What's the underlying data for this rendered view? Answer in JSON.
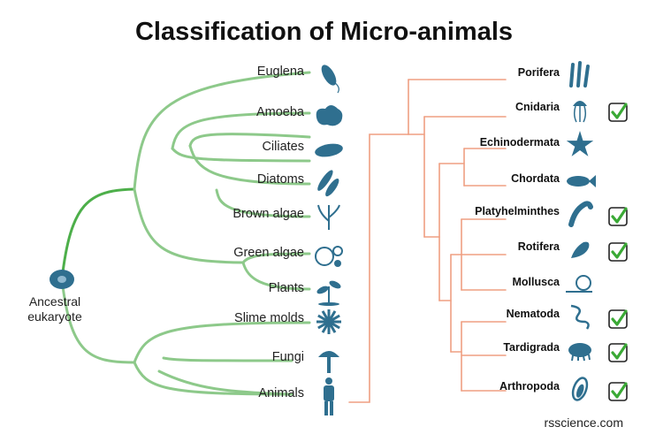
{
  "title": "Classification of Micro-animals",
  "root": {
    "line1": "Ancestral",
    "line2": "eukaryote"
  },
  "left_taxa": [
    {
      "label": "Euglena",
      "icon": "euglena-icon"
    },
    {
      "label": "Amoeba",
      "icon": "amoeba-icon"
    },
    {
      "label": "Ciliates",
      "icon": "ciliate-icon"
    },
    {
      "label": "Diatoms",
      "icon": "diatom-icon"
    },
    {
      "label": "Brown algae",
      "icon": "brown-algae-icon"
    },
    {
      "label": "Green algae",
      "icon": "green-algae-icon"
    },
    {
      "label": "Plants",
      "icon": "plant-icon"
    },
    {
      "label": "Slime molds",
      "icon": "slime-mold-icon"
    },
    {
      "label": "Fungi",
      "icon": "mushroom-icon"
    },
    {
      "label": "Animals",
      "icon": "human-icon"
    }
  ],
  "right_taxa": [
    {
      "label": "Porifera",
      "icon": "sponge-icon",
      "checked": false
    },
    {
      "label": "Cnidaria",
      "icon": "jellyfish-icon",
      "checked": true
    },
    {
      "label": "Echinodermata",
      "icon": "starfish-icon",
      "checked": false
    },
    {
      "label": "Chordata",
      "icon": "fish-icon",
      "checked": false
    },
    {
      "label": "Platyhelminthes",
      "icon": "flatworm-icon",
      "checked": true
    },
    {
      "label": "Rotifera",
      "icon": "rotifer-icon",
      "checked": true
    },
    {
      "label": "Mollusca",
      "icon": "snail-icon",
      "checked": false
    },
    {
      "label": "Nematoda",
      "icon": "roundworm-icon",
      "checked": true
    },
    {
      "label": "Tardigrada",
      "icon": "tardigrade-icon",
      "checked": true
    },
    {
      "label": "Arthropoda",
      "icon": "arthropod-icon",
      "checked": true
    }
  ],
  "footer": "rsscience.com",
  "colors": {
    "left_tree": "#8dc98a",
    "left_tree_dark": "#4daf4a",
    "right_tree": "#ef9f82",
    "icon": "#2f6f8f",
    "check": "#3aa935"
  }
}
